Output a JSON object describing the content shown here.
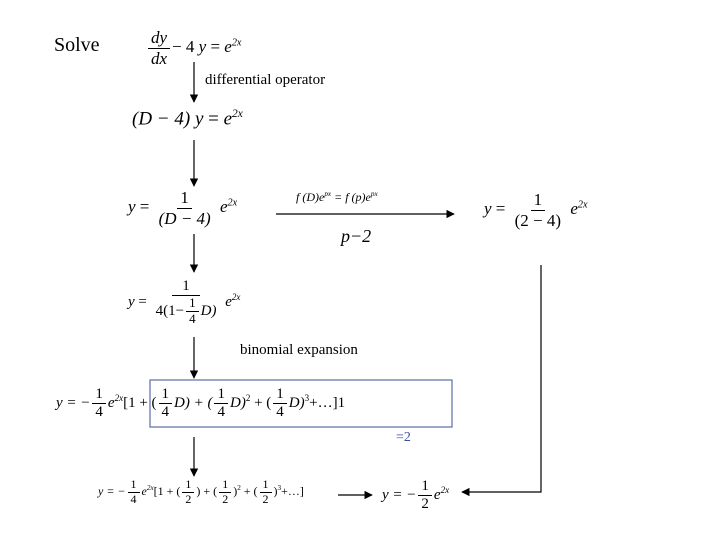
{
  "solve_label": "Solve",
  "differential_operator_label": "differential operator",
  "binomial_expansion_label": "binomial expansion",
  "eq_original": {
    "num": "dy",
    "den": "dx",
    "rest": "− 4",
    "y": "y",
    "eq": "=",
    "e": "e",
    "exp": "2x"
  },
  "eq_operator": {
    "lhs": "(D − 4)",
    "y": "y",
    "eq": "=",
    "e": "e",
    "exp": "2x"
  },
  "eq_inverse": {
    "y": "y",
    "eq": "=",
    "num": "1",
    "den": "(D − 4)",
    "e": "e",
    "exp": "2x"
  },
  "rule": {
    "text": "f (D)e",
    "exp": "px",
    "mid": " = f (p)e",
    "exp2": "px",
    "sub": "p−2"
  },
  "eq_result_sub": {
    "y": "y",
    "eq": "=",
    "num": "1",
    "den": "(2 − 4)",
    "e": "e",
    "exp": "2x"
  },
  "eq_factored": {
    "y": "y",
    "eq": "=",
    "num": "1",
    "den_pre": "4(1−",
    "den_inner_num": "1",
    "den_inner_den": "4",
    "den_post": "D)",
    "e": "e",
    "exp": "2x"
  },
  "eq_series": {
    "lead": "y = −",
    "coef_num": "1",
    "coef_den": "4",
    "e": "e",
    "exp": "2x",
    "open": "[1 + (",
    "t1_num": "1",
    "t1_den": "4",
    "t1_post": "D) + (",
    "t2_num": "1",
    "t2_den": "4",
    "t2_post": "D)",
    "t2_exp": "2",
    "t2_tail": " + (",
    "t3_num": "1",
    "t3_den": "4",
    "t3_post": "D)",
    "t3_exp": "3",
    "close": "+…]1"
  },
  "annotation_eq2": "=2",
  "eq_series_num": {
    "lead": "y = −",
    "coef_num": "1",
    "coef_den": "4",
    "e": "e",
    "exp": "2x",
    "open": "[1 + (",
    "a_num": "1",
    "a_den": "2",
    "a_post": ") + (",
    "b_num": "1",
    "b_den": "2",
    "b_post": ")",
    "b_exp": "2",
    "b_tail": " + (",
    "c_num": "1",
    "c_den": "2",
    "c_post": ")",
    "c_exp": "3",
    "close": "+…]"
  },
  "eq_final": {
    "lead": "y = −",
    "num": "1",
    "den": "2",
    "e": "e",
    "exp": "2x"
  },
  "colors": {
    "highlight_box": "#5a6fa8",
    "annotation": "#3a4fa0",
    "arrow": "#000000"
  }
}
